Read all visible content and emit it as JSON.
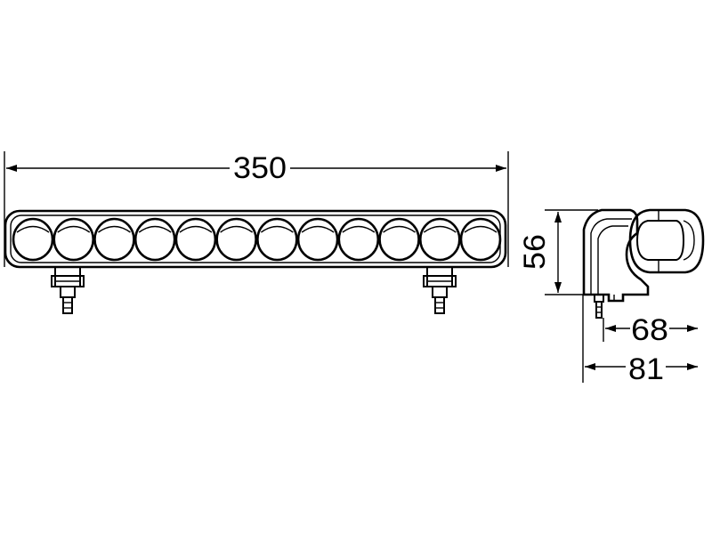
{
  "dimensions": {
    "length": "350",
    "height": "56",
    "depth_inner": "68",
    "depth_outer": "81"
  },
  "front_view": {
    "lens_count": 12
  },
  "colors": {
    "line": "#000000",
    "background": "#ffffff"
  }
}
